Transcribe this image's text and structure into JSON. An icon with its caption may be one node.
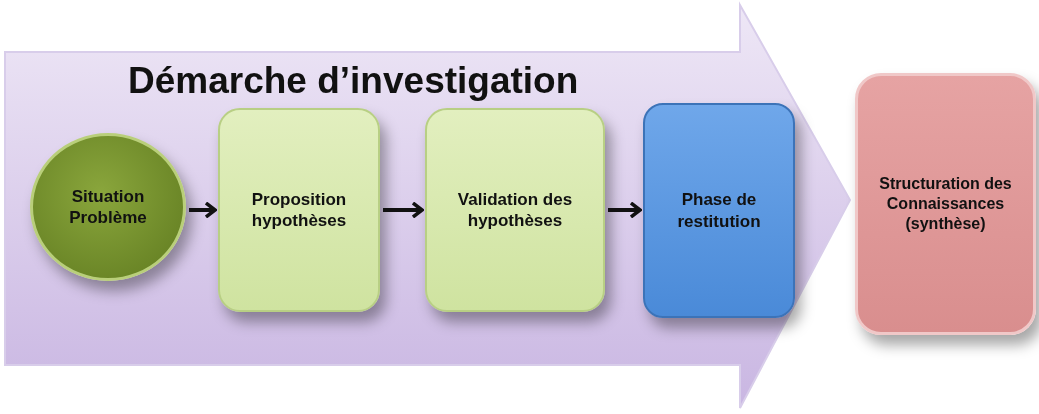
{
  "diagram": {
    "nodes": [
      {
        "text": [
          "Démarche d’investigation"
        ]
      },
      {
        "text": [
          "Situation Problème"
        ],
        "in": 0
      },
      {
        "text": [
          "Proposition hypothèses"
        ],
        "in": 0
      },
      {
        "text": [
          "Validation des hypothèses"
        ],
        "in": 0
      },
      {
        "text": [
          "Phase de restitution"
        ],
        "in": 0
      },
      {
        "text": [
          "Structuration des Connaissances (synthèse)"
        ]
      }
    ],
    "edges": [
      {
        "from": 1,
        "to": 2,
        "arrow": "to"
      },
      {
        "from": 2,
        "to": 3,
        "arrow": "to"
      },
      {
        "from": 3,
        "to": 4,
        "arrow": "to"
      }
    ]
  }
}
